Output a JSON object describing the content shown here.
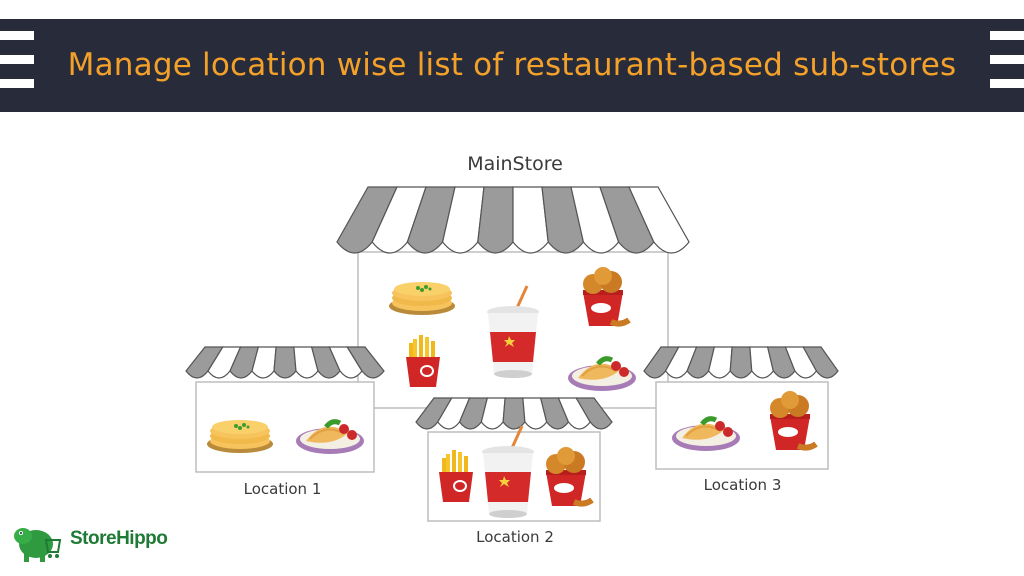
{
  "header": {
    "title": "Manage location wise list of restaurant-based sub-stores"
  },
  "stores": {
    "main": {
      "label": "MainStore"
    },
    "location1": {
      "label": "Location 1"
    },
    "location2": {
      "label": "Location 2"
    },
    "location3": {
      "label": "Location 3"
    }
  },
  "food": {
    "cola_label": "Cola",
    "chicken_label": "Chicken",
    "fries_label": "Fries"
  },
  "brand": {
    "name": "StoreHippo"
  },
  "colors": {
    "banner": "#272b3a",
    "title": "#f4a12a",
    "awning_dark": "#9b9b9b",
    "awning_light": "#ffffff",
    "cup_red": "#d42a2a",
    "brand_green": "#1f7a35"
  }
}
